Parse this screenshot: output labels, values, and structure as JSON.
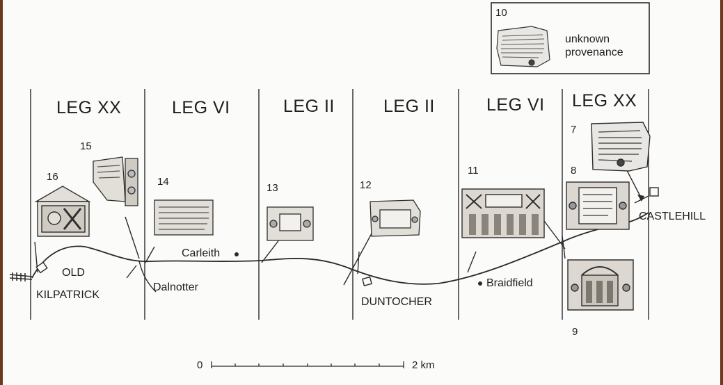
{
  "unknown_box": {
    "number": "10",
    "text": "unknown provenance"
  },
  "sections": [
    {
      "legion": "LEG XX"
    },
    {
      "legion": "LEG VI"
    },
    {
      "legion": "LEG II"
    },
    {
      "legion": "LEG II"
    },
    {
      "legion": "LEG VI"
    },
    {
      "legion": "LEG XX"
    }
  ],
  "stones": [
    {
      "number": "16"
    },
    {
      "number": "15"
    },
    {
      "number": "14"
    },
    {
      "number": "13"
    },
    {
      "number": "12"
    },
    {
      "number": "11"
    },
    {
      "number": "7"
    },
    {
      "number": "8"
    },
    {
      "number": "9"
    }
  ],
  "places": {
    "old": "OLD",
    "kilpatrick": "KILPATRICK",
    "dalnotter": "Dalnotter",
    "carleith": "Carleith",
    "duntocher": "DUNTOCHER",
    "braidfield": "Braidfield",
    "castlehill": "CASTLEHILL"
  },
  "scale": {
    "start": "0",
    "end": "2 km"
  }
}
